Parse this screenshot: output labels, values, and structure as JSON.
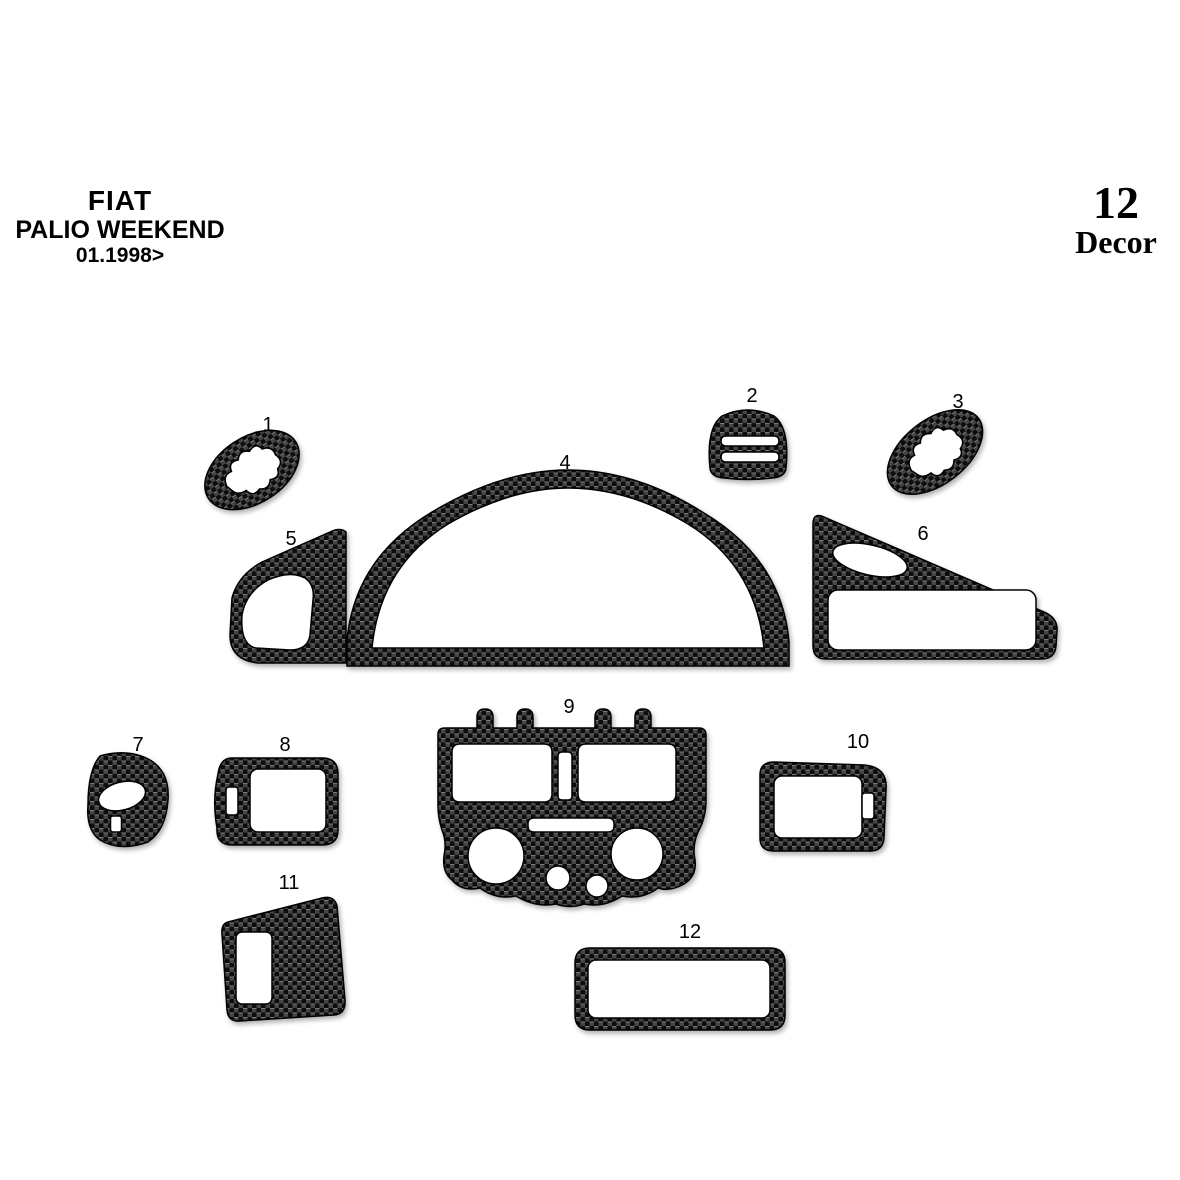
{
  "header": {
    "brand": "FIAT",
    "model": "PALIO WEEKEND",
    "year": "01.1998>",
    "piece_count": "12",
    "product_type": "Decor"
  },
  "pieces": [
    {
      "label": "1"
    },
    {
      "label": "2"
    },
    {
      "label": "3"
    },
    {
      "label": "4"
    },
    {
      "label": "5"
    },
    {
      "label": "6"
    },
    {
      "label": "7"
    },
    {
      "label": "8"
    },
    {
      "label": "9"
    },
    {
      "label": "10"
    },
    {
      "label": "11"
    },
    {
      "label": "12"
    }
  ],
  "colors": {
    "background": "#ffffff",
    "text": "#000000",
    "carbon_base": "#101010",
    "carbon_weave": "#454545",
    "carbon_highlight": "#7a7a7a"
  }
}
